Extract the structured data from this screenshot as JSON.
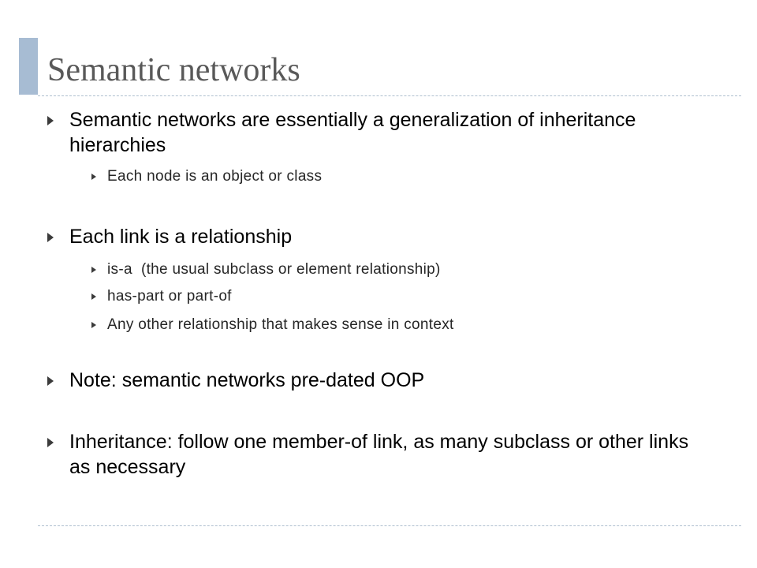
{
  "slide": {
    "title": "Semantic networks",
    "bullets": [
      {
        "text": "Semantic networks are essentially a generalization of inheritance hierarchies",
        "sub": [
          "Each node is an object or class"
        ]
      },
      {
        "text": "Each link is a relationship",
        "sub": [
          "is-a  (the usual subclass or element relationship)",
          "has-part or part-of",
          "Any other relationship that makes sense in context"
        ]
      },
      {
        "text": "Note: semantic networks pre-dated OOP",
        "sub": []
      },
      {
        "text": "Inheritance: follow one member-of link, as many subclass or other links as necessary",
        "sub": []
      }
    ]
  },
  "colors": {
    "title_accent": "#a7bcd3",
    "title_text": "#595959",
    "rule": "#aebfcf"
  },
  "icons": {
    "bullet": "triangle-right-icon"
  }
}
